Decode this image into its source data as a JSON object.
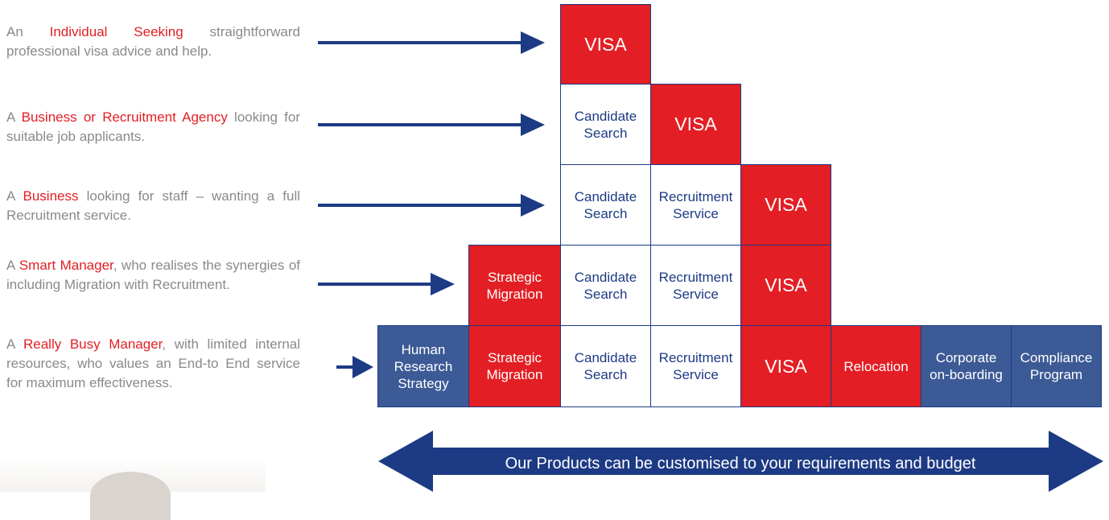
{
  "rows": [
    {
      "desc_parts": [
        "An ",
        "Individual Seeking",
        " straightforward professional visa advice and help."
      ],
      "cells": [
        {
          "text": "VISA",
          "style": "red"
        }
      ]
    },
    {
      "desc_parts": [
        "A ",
        "Business or Recruitment Agency",
        " looking for suitable job applicants."
      ],
      "cells": [
        {
          "text": "Candidate\nSearch",
          "style": "white"
        },
        {
          "text": "VISA",
          "style": "red"
        }
      ]
    },
    {
      "desc_parts": [
        "A ",
        "Business",
        " looking for staff – wanting a full Recruitment service."
      ],
      "cells": [
        {
          "text": "Candidate\nSearch",
          "style": "white"
        },
        {
          "text": "Recruitment\nService",
          "style": "white"
        },
        {
          "text": "VISA",
          "style": "red"
        }
      ]
    },
    {
      "desc_parts": [
        "A ",
        "Smart Manager",
        ", who realises the synergies of including Migration with Recruitment."
      ],
      "cells": [
        {
          "text": "Strategic\nMigration",
          "style": "red"
        },
        {
          "text": "Candidate\nSearch",
          "style": "white"
        },
        {
          "text": "Recruitment\nService",
          "style": "white"
        },
        {
          "text": "VISA",
          "style": "red"
        }
      ]
    },
    {
      "desc_parts": [
        "A ",
        "Really Busy Manager",
        ", with limited internal resources, who values an End-to End service for maximum effectiveness."
      ],
      "cells": [
        {
          "text": "Human\nResearch\nStrategy",
          "style": "blue"
        },
        {
          "text": "Strategic\nMigration",
          "style": "red"
        },
        {
          "text": "Candidate\nSearch",
          "style": "white"
        },
        {
          "text": "Recruitment\nService",
          "style": "white"
        },
        {
          "text": "VISA",
          "style": "red"
        },
        {
          "text": "Relocation",
          "style": "red"
        },
        {
          "text": "Corporate\non-boarding",
          "style": "blue"
        },
        {
          "text": "Compliance\nProgram",
          "style": "blue"
        }
      ]
    }
  ],
  "banner": {
    "text": "Our Products can be customised to your requirements and budget"
  },
  "colors": {
    "red": "#e31e24",
    "navy": "#1d3a84",
    "slate_blue": "#3c5a96",
    "grey_text": "#8a8a8a"
  }
}
